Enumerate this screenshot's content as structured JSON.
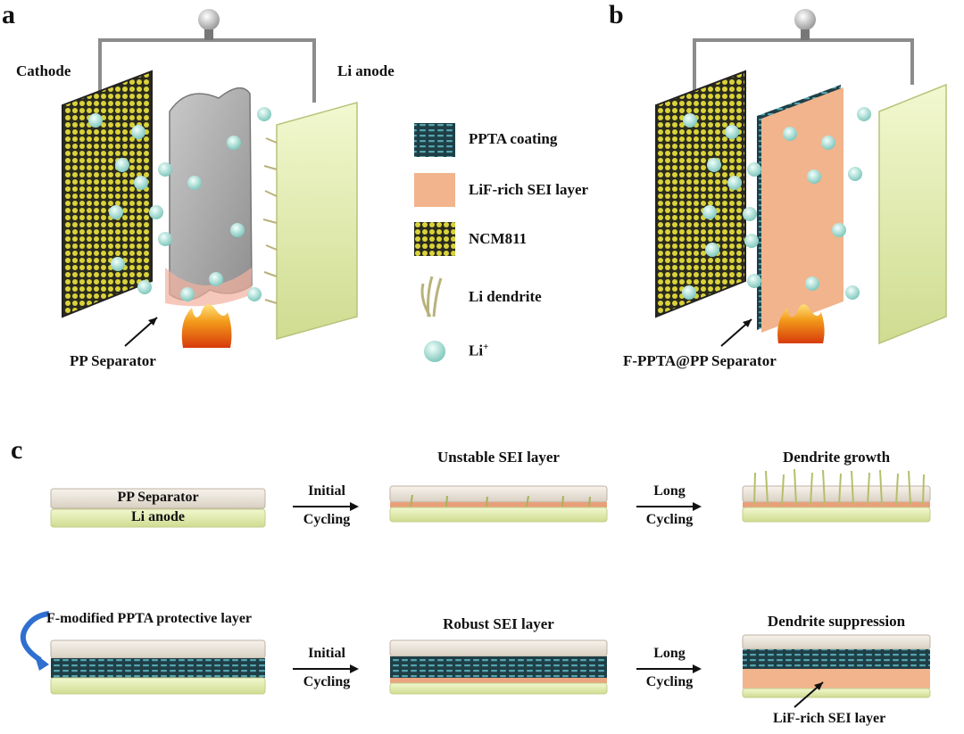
{
  "panels": {
    "a": {
      "letter": "a",
      "cathode": "Cathode",
      "anode": "Li anode",
      "separator": "PP Separator"
    },
    "b": {
      "letter": "b",
      "separator": "F-PPTA@PP Separator"
    },
    "c": {
      "letter": "c"
    }
  },
  "legend": {
    "items": [
      {
        "label": "PPTA coating",
        "icon": "ppta-coating-swatch"
      },
      {
        "label": "LiF-rich SEI layer",
        "icon": "lif-sei-swatch"
      },
      {
        "label": "NCM811",
        "icon": "ncm811-swatch"
      },
      {
        "label": "Li dendrite",
        "icon": "dendrite-icon"
      },
      {
        "label": "Li",
        "sup": "+",
        "icon": "li-ion-icon"
      }
    ]
  },
  "row_top": {
    "layer_separator": "PP Separator",
    "layer_anode": "Li anode",
    "arrow1_line1": "Initial",
    "arrow1_line2": "Cycling",
    "stage2_title": "Unstable SEI layer",
    "arrow2_line1": "Long",
    "arrow2_line2": "Cycling",
    "stage3_title": "Dendrite growth"
  },
  "row_bottom": {
    "protective_label": "F-modified PPTA protective layer",
    "arrow1_line1": "Initial",
    "arrow1_line2": "Cycling",
    "stage2_title": "Robust SEI layer",
    "arrow2_line1": "Long",
    "arrow2_line2": "Cycling",
    "stage3_title": "Dendrite suppression",
    "sei_label": "LiF-rich SEI layer"
  },
  "colors": {
    "ncm_yellow": "#d9d23a",
    "anode_green": "#e4efb4",
    "lif_orange": "#f2b48c",
    "ppta_teal": "#3f7f8c",
    "li_ion": "#bfe8e0",
    "separator_gray": "#a9a9a9",
    "sep_beige": "#ece6dc"
  }
}
